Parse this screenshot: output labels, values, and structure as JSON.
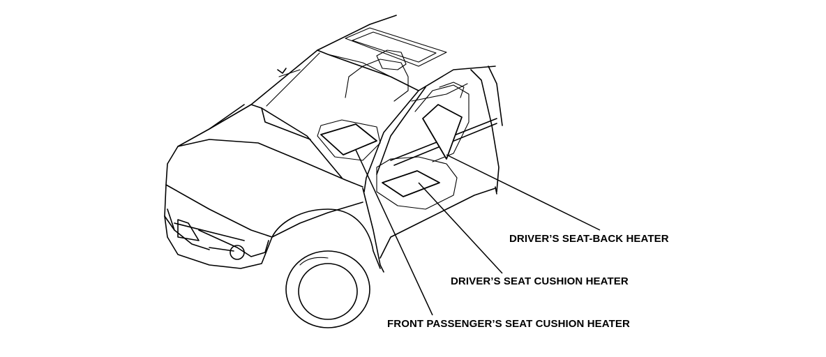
{
  "callouts": {
    "driver_seat_back_heater": "DRIVER’S SEAT-BACK HEATER",
    "driver_seat_cushion_heater": "DRIVER’S SEAT CUSHION HEATER",
    "front_passenger_seat_cushion_heater": "FRONT PASSENGER’S SEAT CUSHION HEATER"
  }
}
